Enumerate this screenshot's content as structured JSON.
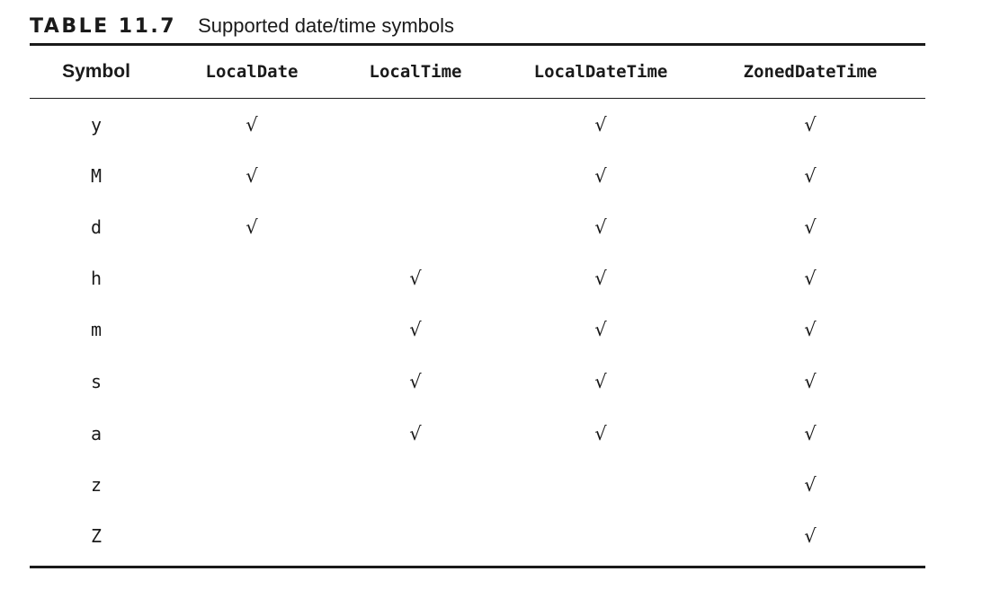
{
  "caption": {
    "label": "TABLE 11.7",
    "title": "Supported date/time symbols"
  },
  "table": {
    "headers": [
      "Symbol",
      "LocalDate",
      "LocalTime",
      "LocalDateTime",
      "ZonedDateTime"
    ],
    "rows": [
      [
        "y",
        "√",
        "",
        "√",
        "√"
      ],
      [
        "M",
        "√",
        "",
        "√",
        "√"
      ],
      [
        "d",
        "√",
        "",
        "√",
        "√"
      ],
      [
        "h",
        "",
        "√",
        "√",
        "√"
      ],
      [
        "m",
        "",
        "√",
        "√",
        "√"
      ],
      [
        "s",
        "",
        "√",
        "√",
        "√"
      ],
      [
        "a",
        "",
        "√",
        "√",
        "√"
      ],
      [
        "z",
        "",
        "",
        "",
        "√"
      ],
      [
        "Z",
        "",
        "",
        "",
        "√"
      ]
    ]
  }
}
